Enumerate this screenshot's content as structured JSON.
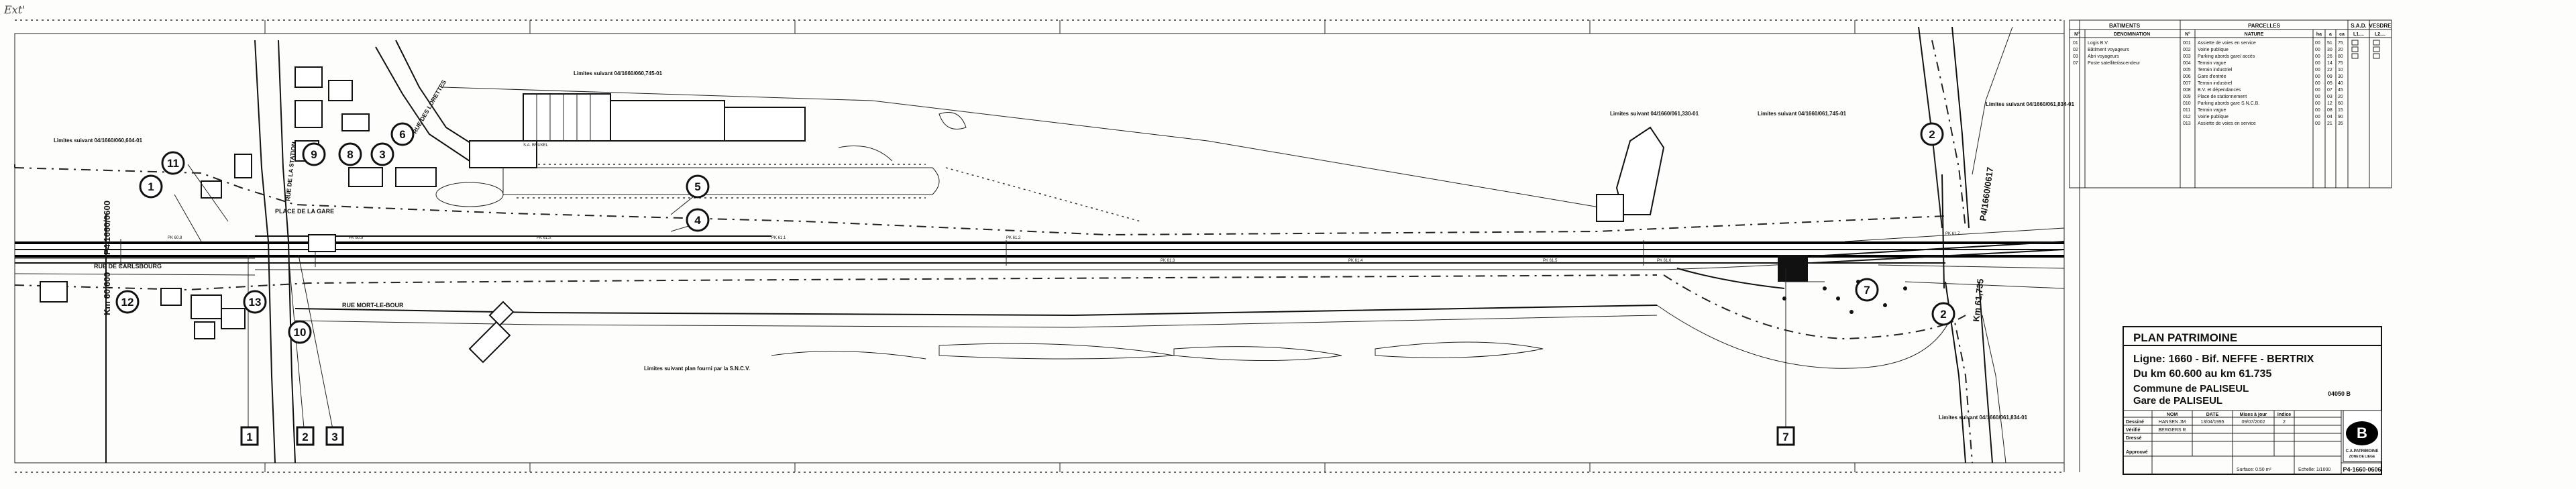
{
  "handwritten_note": "Ext'",
  "title_block": {
    "heading": "PLAN PATRIMOINE",
    "line": "Ligne: 1660 - Bif. NEFFE - BERTRIX",
    "km_range": "Du km 60.600 au km 61.735",
    "commune": "Commune de PALISEUL",
    "gare": "Gare de PALISEUL",
    "side_code": "04050 B",
    "col_nom": "NOM",
    "col_date": "DATE",
    "col_miseajour": "Mises à jour",
    "col_indice": "Indice",
    "rows": [
      {
        "label": "Dessiné",
        "name": "HANSEN JM",
        "date": "13/04/1995",
        "update": "09/07/2002",
        "index": "2"
      },
      {
        "label": "Vérifié",
        "name": "BERGERS R",
        "date": "",
        "update": "",
        "index": ""
      },
      {
        "label": "Dressé",
        "name": "",
        "date": "",
        "update": "",
        "index": ""
      },
      {
        "label": "Approuvé",
        "name": "",
        "date": "",
        "update": "",
        "index": ""
      }
    ],
    "surface": "Surface: 0.50 m²",
    "echelle": "Echelle: 1/1000",
    "logo_letter": "B",
    "logo_text1": "C.A.PATRIMOINE",
    "logo_text2": "ZONE DE LIEGE",
    "drawing_number": "P4-1660-0606"
  },
  "table": {
    "batiments": "BATIMENTS",
    "parcelles": "PARCELLES",
    "sad": "S.A.D.",
    "vesdre": "VESDRE",
    "col_n": "N°",
    "col_denomination": "DENOMINATION",
    "col_nature": "NATURE",
    "col_ha": "ha",
    "col_a": "a",
    "col_ca": "ca",
    "col_le1": "L1....",
    "col_le2": "L2....",
    "batiments_rows": [
      {
        "n": "01",
        "d": "Logis B.V."
      },
      {
        "n": "02",
        "d": "Bâtiment voyageurs"
      },
      {
        "n": "03",
        "d": "Abri voyageurs"
      },
      {
        "n": "07",
        "d": "Poste satellite/ascendeur"
      }
    ],
    "parcelles_rows": [
      {
        "n": "001",
        "nat": "Assiette de voies en service",
        "ha": "00",
        "a": "51",
        "ca": "75"
      },
      {
        "n": "002",
        "nat": "Voirie publique",
        "ha": "00",
        "a": "30",
        "ca": "20"
      },
      {
        "n": "003",
        "nat": "Parking abords gare/ accès",
        "ha": "00",
        "a": "26",
        "ca": "80"
      },
      {
        "n": "004",
        "nat": "Terrain vague",
        "ha": "00",
        "a": "14",
        "ca": "75"
      },
      {
        "n": "005",
        "nat": "Terrain industriel",
        "ha": "00",
        "a": "22",
        "ca": "10"
      },
      {
        "n": "006",
        "nat": "Gare d'entrée",
        "ha": "00",
        "a": "09",
        "ca": "30"
      },
      {
        "n": "007",
        "nat": "Terrain industriel",
        "ha": "00",
        "a": "05",
        "ca": "40"
      },
      {
        "n": "008",
        "nat": "B.V. et dépendances",
        "ha": "00",
        "a": "07",
        "ca": "45"
      },
      {
        "n": "009",
        "nat": "Place de stationnement",
        "ha": "00",
        "a": "03",
        "ca": "20"
      },
      {
        "n": "010",
        "nat": "Parking abords gare S.N.C.B.",
        "ha": "00",
        "a": "12",
        "ca": "60"
      },
      {
        "n": "011",
        "nat": "Terrain vague",
        "ha": "00",
        "a": "08",
        "ca": "15"
      },
      {
        "n": "012",
        "nat": "Voirie publique",
        "ha": "00",
        "a": "04",
        "ca": "90"
      },
      {
        "n": "013",
        "nat": "Assiette de voies en service",
        "ha": "00",
        "a": "21",
        "ca": "35"
      }
    ]
  },
  "streets": {
    "rue_station": "RUE DE LA STATION",
    "rue_lorettes": "RUE DES LORETTES",
    "rue_carlsbourg": "RUE DE CARLSBOURG",
    "rue_mort": "RUE MORT-LE-BOUR",
    "place_gare": "PLACE DE LA GARE",
    "sa_bruxelles": "S.A. BRUXEL"
  },
  "limits": {
    "l1": "Limites suivant 04/1660/060,604-01",
    "l2": "Limites suivant 04/1660/060,745-01",
    "l3": "Limites suivant 04/1660/061,330-01",
    "l4": "Limites suivant 04/1660/061,745-01",
    "l5": "Limites suivant 04/1660/061,834-01",
    "l6": "Limites suivant plan fourni par la S.N.C.V.",
    "l7": "Limites suivant 04/1660/061,834-01"
  },
  "km_labels": {
    "left": "Km 60,600",
    "left2": "P4/1660/0600",
    "right": "P4/1660/0617",
    "right2": "Km 61,735"
  },
  "pk_labels": [
    "PK 60.8",
    "PK 60.9",
    "PK 61.0",
    "PK 61.1",
    "PK 61.2",
    "PK 61.3",
    "PK 61.4",
    "PK 61.5",
    "PK 61.6",
    "PK 61.7"
  ],
  "circle_labels": [
    "1",
    "2",
    "3",
    "4",
    "5",
    "6",
    "7",
    "8",
    "9",
    "10",
    "11",
    "12",
    "13",
    "2",
    "7"
  ],
  "square_labels": [
    "1",
    "2",
    "3",
    "7"
  ]
}
